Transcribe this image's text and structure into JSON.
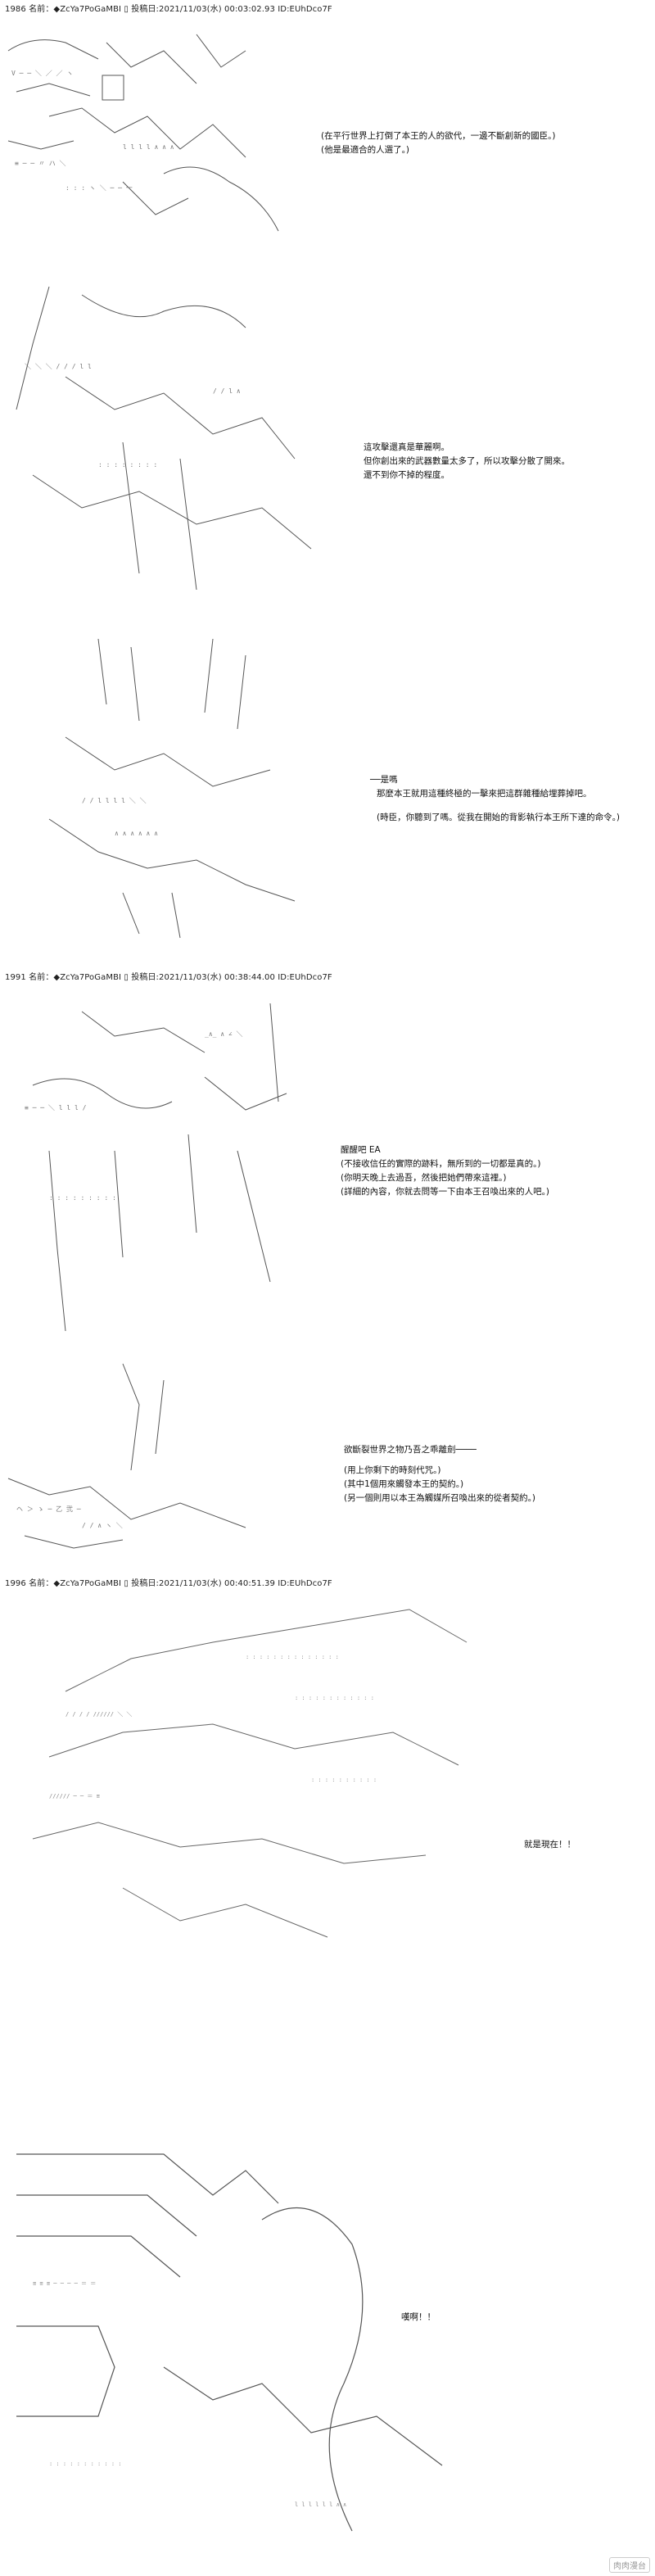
{
  "posts": [
    {
      "header": "1986 名前：◆ZcYa7PoGaMBI ▯ 投稿日:2021/11/03(水) 00:03:02.93 ID:EUhDco7F",
      "blocks": [
        [
          "(在平行世界上打倒了本王的人的欲代，一邊不斷創新的國臣。)",
          "(他是最適合的人選了。)"
        ],
        [
          "這攻擊還真是華麗啊。",
          "但你創出來的武器數量太多了，所以攻擊分散了開來。",
          "還不到你不掉的程度。"
        ],
        [
          "──是嗎",
          "那麼本王就用這種終極的一擊來把這群雜種給埋葬掉吧。",
          "(時臣，你聽到了嗎。從我在開始的背影執行本王所下達的命令。)"
        ]
      ]
    },
    {
      "header": "1991 名前：◆ZcYa7PoGaMBI ▯ 投稿日:2021/11/03(水) 00:38:44.00 ID:EUhDco7F",
      "blocks": [
        [
          "醒醒吧 EA",
          "(不接收信任的實際的跡料，無所到的一切都是真的。)",
          "(你明天晚上去過吾，然後把她們帶來這裡。)",
          "(詳細的內容，你就去問等一下由本王召喚出來的人吧。)"
        ],
        [
          "欲斷裂世界之物乃吾之乖離劍────",
          "(用上你剩下的時刻代咒。)",
          "(其中1個用來觸發本王的契約。)",
          "(另一個則用以本王為觸媒所召喚出來的從者契約。)"
        ]
      ]
    },
    {
      "header": "1996 名前：◆ZcYa7PoGaMBI ▯ 投稿日:2021/11/03(水) 00:40:51.39 ID:EUhDco7F",
      "blocks": [
        [
          "就是現在！！"
        ],
        [
          "嘆啊！！"
        ]
      ]
    }
  ],
  "watermark": "肉肉漫台"
}
